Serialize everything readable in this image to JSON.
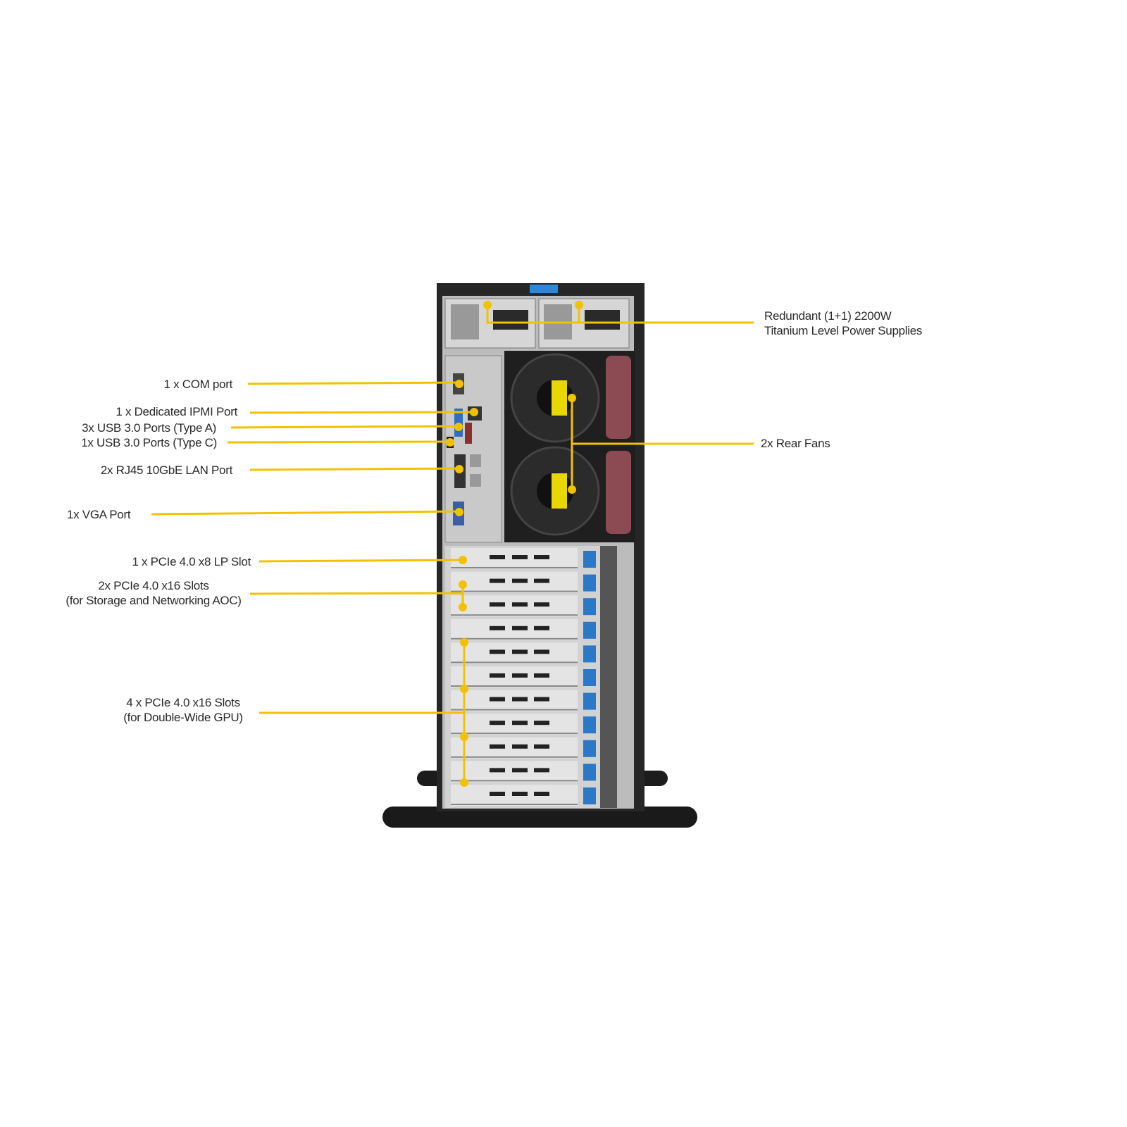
{
  "diagram": {
    "accent_color": "#f2c200",
    "callouts": {
      "psu": {
        "line1": "Redundant (1+1) 2200W",
        "line2": "Titanium Level Power Supplies"
      },
      "fans": "2x Rear Fans",
      "com": "1 x COM  port",
      "ipmi": "1 x Dedicated IPMI  Port",
      "usb_a": "3x USB 3.0 Ports (Type A)",
      "usb_c": "1x USB 3.0 Ports (Type  C)",
      "lan": "2x RJ45 10GbE LAN Port",
      "vga": "1x VGA  Port",
      "pcie_x8": "1 x PCIe 4.0 x8  LP Slot",
      "pcie_aoc": {
        "line1": "2x PCIe 4.0 x16  Slots",
        "line2": "(for Storage and Networking AOC)"
      },
      "pcie_gpu": {
        "line1": "4 x PCIe 4.0 x16  Slots",
        "line2": "(for Double-Wide GPU)"
      }
    }
  }
}
